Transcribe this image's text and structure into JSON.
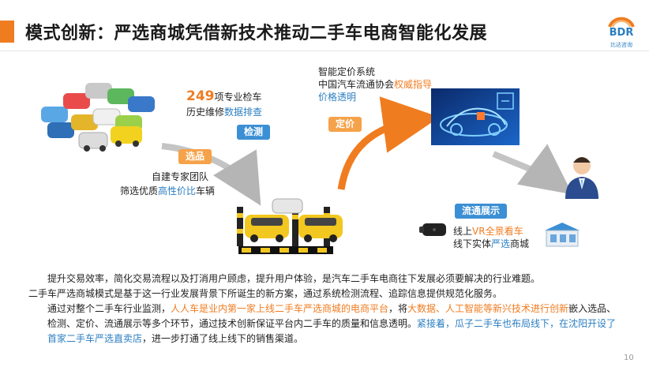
{
  "header": {
    "title": "模式创新：严选商城凭借新技术推动二手车电商智能化发展",
    "logo_text": "BDR",
    "logo_sub": "比达咨询"
  },
  "diagram": {
    "inspect": {
      "count": "249",
      "line1_suffix": "项专业检车",
      "line2_prefix": "历史维修",
      "line2_highlight": "数据排查",
      "badge": "检测"
    },
    "select": {
      "badge": "选品",
      "line1": "自建专家团队",
      "line2_prefix": "筛选优质",
      "line2_highlight": "高性价比",
      "line2_suffix": "车辆"
    },
    "pricing": {
      "line1": "智能定价系统",
      "line2_prefix": "中国汽车流通协会",
      "line2_highlight": "权威指导",
      "line3": "价格透明",
      "badge": "定价"
    },
    "display": {
      "badge": "流通展示",
      "line1_prefix": "线上",
      "line1_highlight": "VR全景看车",
      "line2_prefix": "线下实体",
      "line2_highlight": "严选",
      "line2_suffix": "商城"
    }
  },
  "body": {
    "p1": "提升交易效率，简化交易流程以及打消用户顾虑，提升用户体验，是汽车二手车电商往下发展必须要解决的行业难题。",
    "p2": "二手车严选商城模式是基于这一行业发展背景下所诞生的新方案，通过系统检测流程、追踪信息提供规范化服务。",
    "p3_a": "通过对整个二手车行业监测，",
    "p3_b": "人人车是业内第一家上线二手车严选商城的电商平台",
    "p3_c": "，将",
    "p3_d": "大数据、人工智能等新兴技术进行创新",
    "p3_e": "嵌入选品、检测、定价、流通展示等多个环节，通过技术创新保证平台内二手车的质量和信息透明。",
    "p3_f": "紧接着，瓜子二手车也布局线下，在沈阳开设了首家二手车严选直卖店",
    "p3_g": "，进一步打通了线上线下的销售渠道。"
  },
  "page_number": "10",
  "colors": {
    "accent_orange": "#f07c20",
    "accent_blue": "#2b7ec1"
  }
}
